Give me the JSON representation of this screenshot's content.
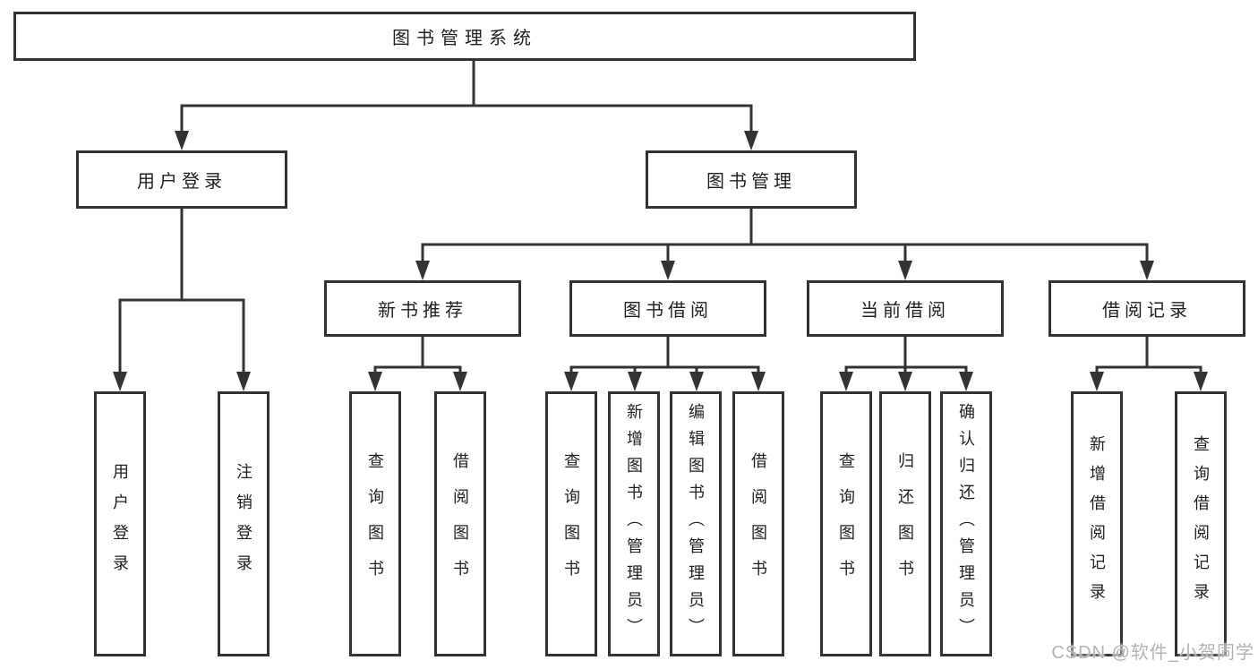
{
  "diagram_title": "图书管理系统",
  "nodes": {
    "root": {
      "label": "图书管理系统"
    },
    "user_login": {
      "label": "用户登录"
    },
    "book_mgmt": {
      "label": "图书管理"
    },
    "new_book_rec": {
      "label": "新书推荐"
    },
    "book_borrow": {
      "label": "图书借阅"
    },
    "current_borrow": {
      "label": "当前借阅"
    },
    "borrow_records": {
      "label": "借阅记录"
    },
    "leaf_user_login": {
      "label": "用户登录"
    },
    "leaf_logout": {
      "label": "注销登录"
    },
    "leaf_rec_query": {
      "label": "查询图书"
    },
    "leaf_rec_borrow": {
      "label": "借阅图书"
    },
    "leaf_bb_query": {
      "label": "查询图书"
    },
    "leaf_bb_add": {
      "label": "新增图书（管理员）"
    },
    "leaf_bb_edit": {
      "label": "编辑图书（管理员）"
    },
    "leaf_bb_borrow": {
      "label": "借阅图书"
    },
    "leaf_cb_query": {
      "label": "查询图书"
    },
    "leaf_cb_return": {
      "label": "归还图书"
    },
    "leaf_cb_confirm": {
      "label": "确认归还（管理员）"
    },
    "leaf_br_add": {
      "label": "新增借阅记录"
    },
    "leaf_br_query": {
      "label": "查询借阅记录"
    }
  },
  "structure": {
    "root": [
      "user_login",
      "book_mgmt"
    ],
    "user_login": [
      "leaf_user_login",
      "leaf_logout"
    ],
    "book_mgmt": [
      "new_book_rec",
      "book_borrow",
      "current_borrow",
      "borrow_records"
    ],
    "new_book_rec": [
      "leaf_rec_query",
      "leaf_rec_borrow"
    ],
    "book_borrow": [
      "leaf_bb_query",
      "leaf_bb_add",
      "leaf_bb_edit",
      "leaf_bb_borrow"
    ],
    "current_borrow": [
      "leaf_cb_query",
      "leaf_cb_return",
      "leaf_cb_confirm"
    ],
    "borrow_records": [
      "leaf_br_add",
      "leaf_br_query"
    ]
  },
  "watermark": {
    "text": "CSDN @软件_小贺同学"
  },
  "colors": {
    "line": "#333333",
    "text": "#1f1f1f",
    "background": "#ffffff",
    "watermark": "#b3b3b3"
  }
}
